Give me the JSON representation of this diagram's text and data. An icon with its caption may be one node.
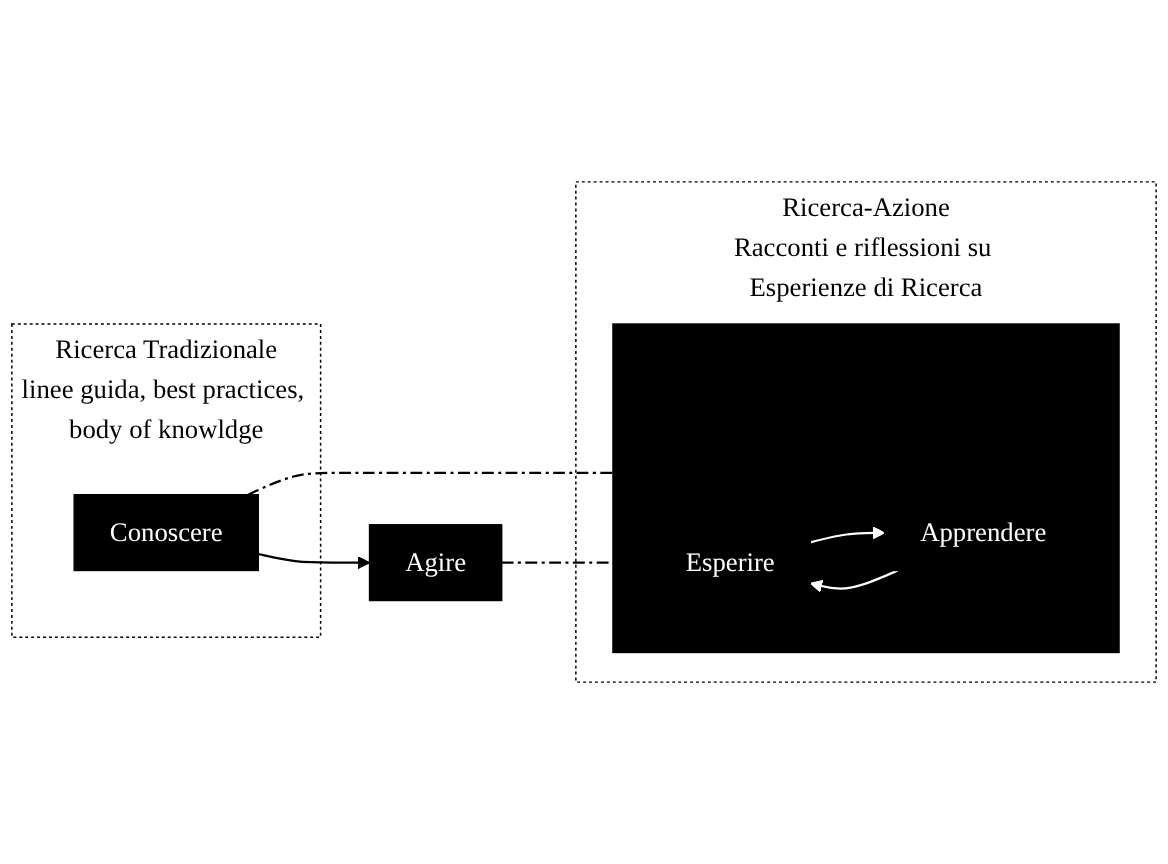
{
  "diagram": {
    "nodes": [
      {
        "text": [
          "Ricerca Tradizionale",
          "linee guida, best practices, body of knowldge"
        ]
      },
      {
        "text": [
          "Conoscere"
        ],
        "in": 0
      },
      {
        "text": [
          "Agire"
        ]
      },
      {
        "text": [
          "Ricerca-Azione",
          "Racconti e riflessioni su Esperienze di Ricerca"
        ]
      },
      {
        "text": [],
        "shape": "box",
        "in": 3
      },
      {
        "text": [
          "Apprendere"
        ],
        "in": 4
      },
      {
        "text": [
          "Esperire"
        ],
        "in": 4
      }
    ],
    "edges": [
      {
        "from": 1,
        "to": 2,
        "arrow": "to"
      },
      {
        "from": 1,
        "to": 5,
        "arrow": "to",
        "style": "dashed"
      },
      {
        "from": 2,
        "to": 6,
        "arrow": "to",
        "style": "dashed"
      },
      {
        "from": 6,
        "to": 5,
        "arrow": "to",
        "color": "#ffffff"
      },
      {
        "from": 5,
        "to": 6,
        "arrow": "to",
        "color": "#ffffff"
      }
    ]
  }
}
